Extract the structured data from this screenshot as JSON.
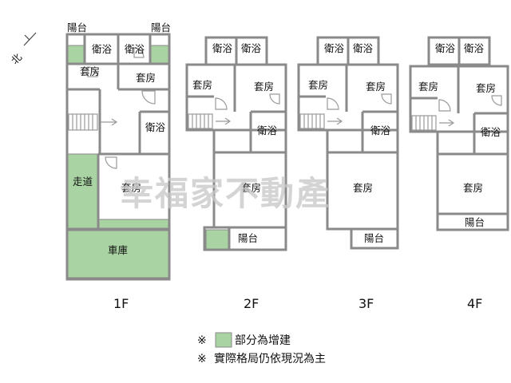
{
  "labels": {
    "balcony": "陽台",
    "bath": "衛浴",
    "suite": "套房",
    "corridor": "走道",
    "garage": "車庫",
    "north": "北"
  },
  "floors": [
    "1F",
    "2F",
    "3F",
    "4F"
  ],
  "watermark": "幸福家不動產",
  "legend": {
    "mark": "※",
    "addition": "部分為增建",
    "note": "實際格局仍依現況為主"
  },
  "colors": {
    "addition": "#a9d3a3",
    "wall": "#8a8a8a"
  },
  "icons": [
    "compass-north-arrow",
    "stair-icon",
    "door-swing-icon"
  ]
}
